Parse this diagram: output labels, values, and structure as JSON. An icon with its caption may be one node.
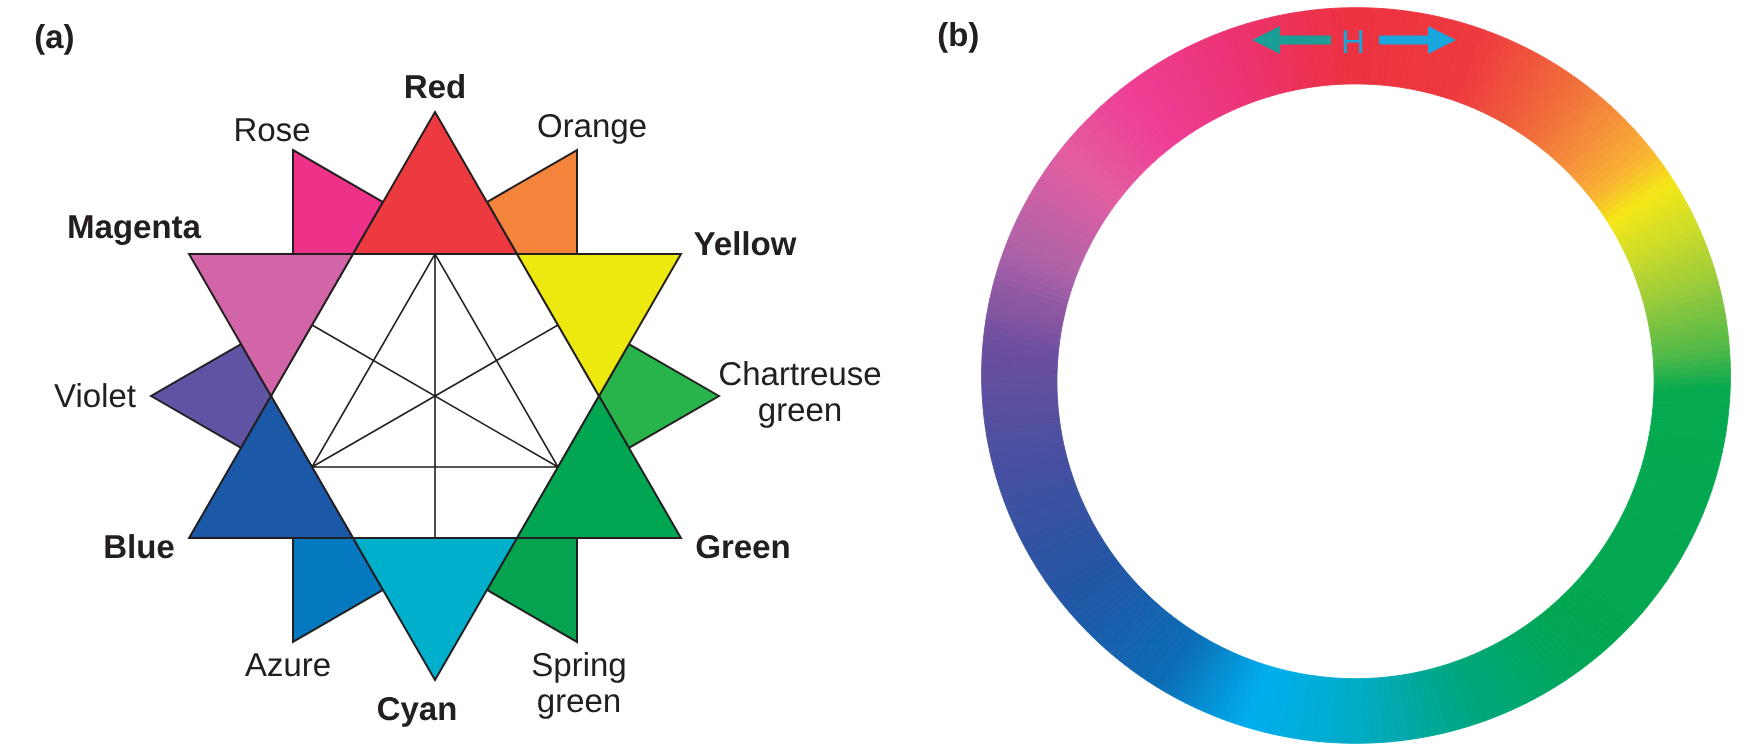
{
  "diagram": {
    "nodes": [
      {
        "text": [
          "Red"
        ]
      },
      {
        "text": [
          "Rose"
        ]
      },
      {
        "text": [
          "Orange"
        ]
      },
      {
        "text": [
          "Magenta"
        ]
      },
      {
        "text": [
          "Yellow"
        ]
      },
      {
        "text": [
          "Violet"
        ]
      },
      {
        "text": [
          "Chartreuse green"
        ]
      },
      {
        "text": [
          "Blue"
        ]
      },
      {
        "text": [
          "Green"
        ]
      },
      {
        "text": [
          "Azure"
        ]
      },
      {
        "text": [
          "Spring green"
        ]
      },
      {
        "text": [
          "Cyan"
        ]
      }
    ],
    "labels": [
      "(a)",
      "(b)",
      "H"
    ]
  }
}
